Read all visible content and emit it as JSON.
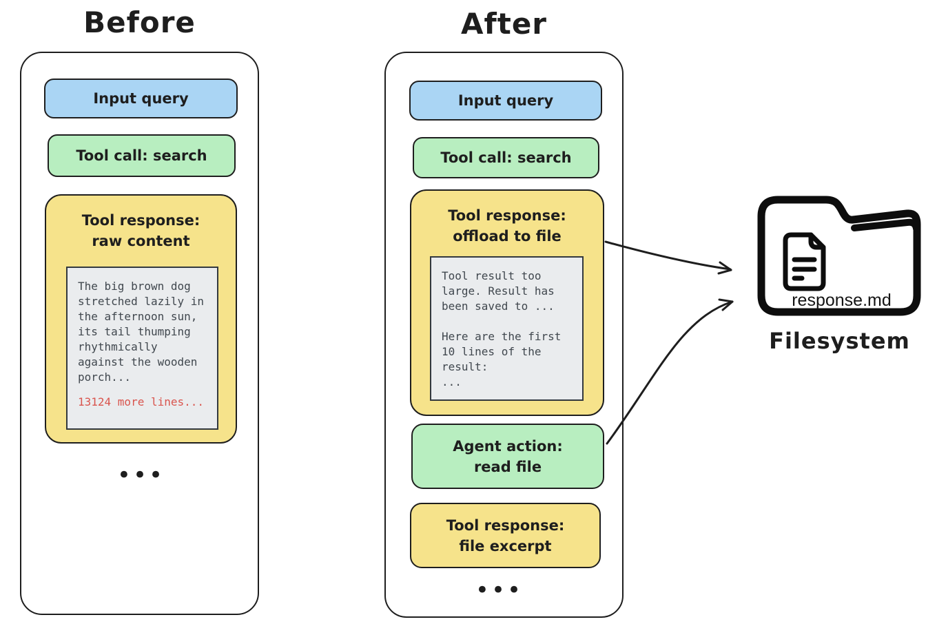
{
  "titles": {
    "before": "Before",
    "after": "After"
  },
  "before": {
    "input_query": "Input query",
    "tool_call": "Tool call: search",
    "tool_response_title": "Tool response:\nraw content",
    "raw_content": "The big brown dog\nstretched lazily in\nthe afternoon sun,\nits tail thumping\nrhythmically\nagainst the wooden\nporch...",
    "more_lines": "13124 more lines...",
    "ellipsis": "•••"
  },
  "after": {
    "input_query": "Input query",
    "tool_call": "Tool call: search",
    "offload_title": "Tool response:\noffload to file",
    "offload_content": "Tool result too\nlarge. Result has\nbeen saved to ...\n\nHere are the first\n10 lines of the\nresult:\n...",
    "agent_action": "Agent action:\nread file",
    "file_excerpt": "Tool response:\nfile excerpt",
    "ellipsis": "•••"
  },
  "filesystem": {
    "filename": "response.md",
    "label": "Filesystem"
  },
  "colors": {
    "ink": "#1e1e1e",
    "blue_fill": "#aad5f4",
    "green_fill": "#b8eec0",
    "yellow_fill": "#f6e38b",
    "code_bg": "#eaecee",
    "code_text": "#40474e",
    "red": "#d9544d"
  }
}
